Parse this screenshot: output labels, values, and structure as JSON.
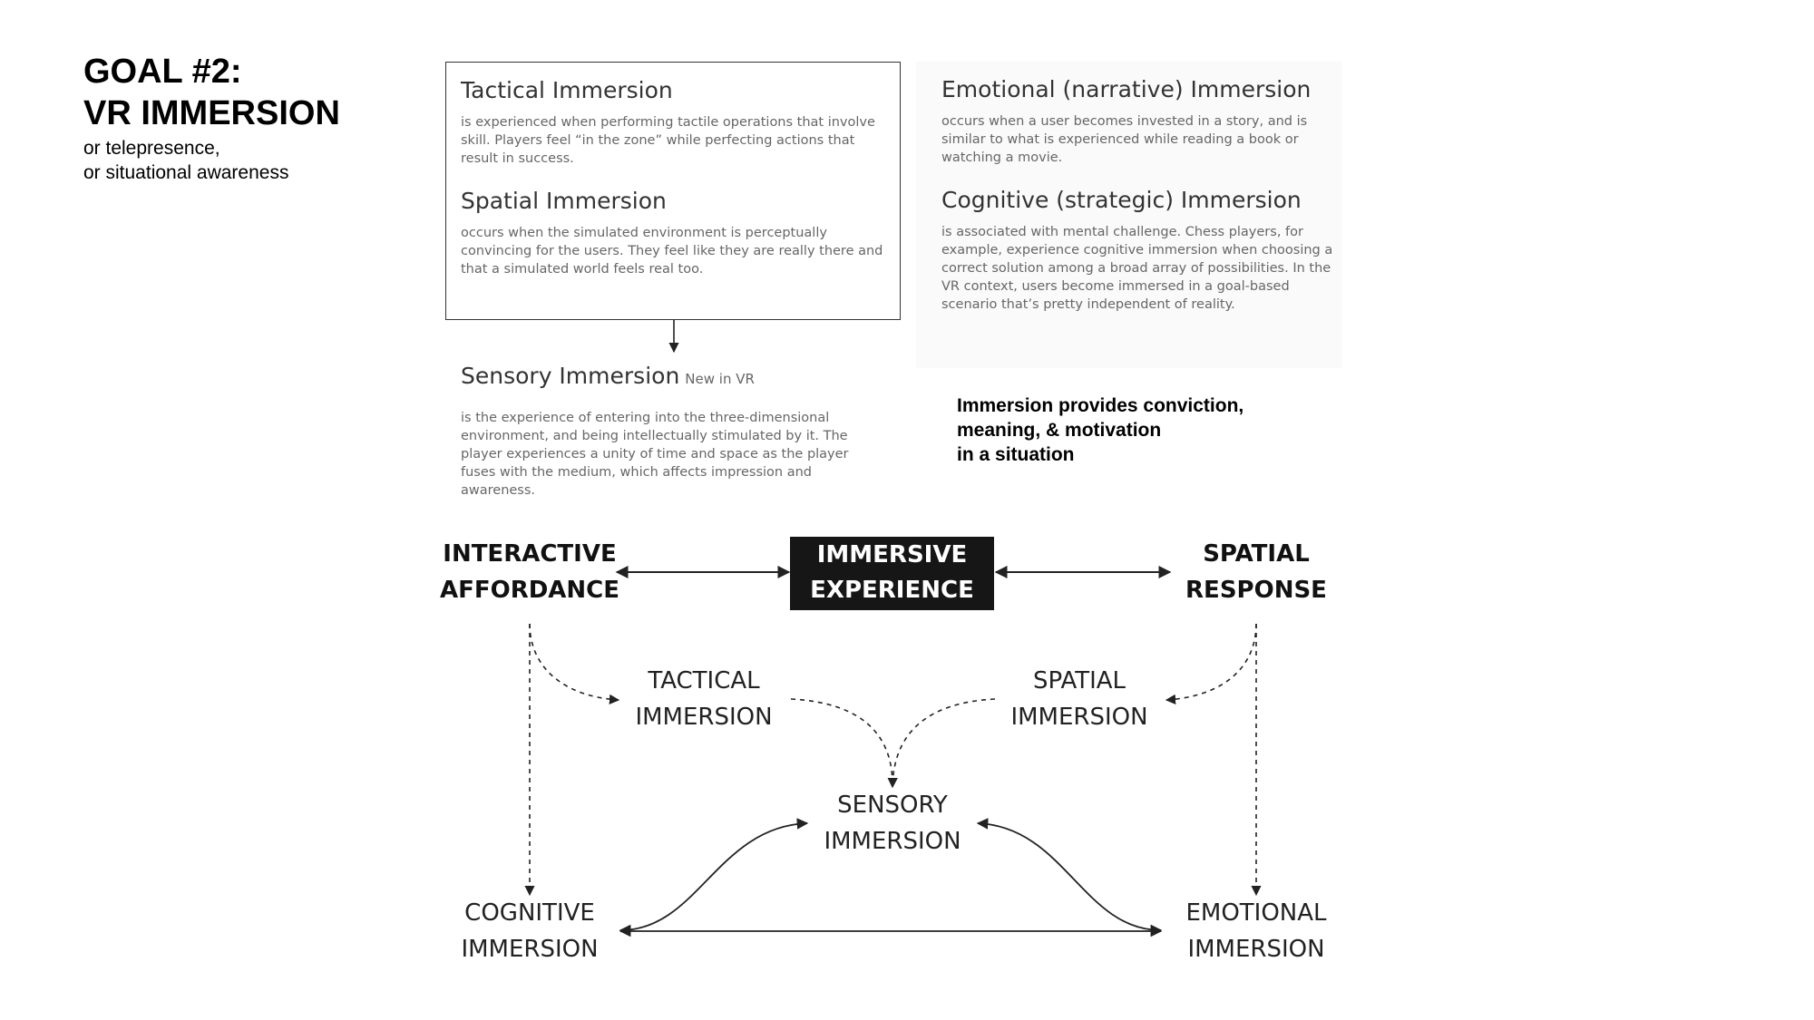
{
  "slide": {
    "title_line1": "GOAL #2:",
    "title_line2": "VR IMMERSION",
    "subtitle_line1": "or telepresence,",
    "subtitle_line2": "or situational awareness"
  },
  "definitions": {
    "tactical": {
      "heading": "Tactical Immersion",
      "body": "is experienced when performing tactile operations that involve skill. Players feel “in the zone” while perfecting actions that result in success."
    },
    "spatial": {
      "heading": "Spatial Immersion",
      "body": "occurs when the simulated environment is perceptually convincing for the users. They feel like they are really there and that a simulated world feels real too."
    },
    "emotional": {
      "heading": "Emotional (narrative) Immersion",
      "body": "occurs when a user becomes invested in a story, and is similar to what is experienced while reading a book or watching a movie."
    },
    "cognitive": {
      "heading": "Cognitive (strategic) Immersion",
      "body": "is associated with mental challenge. Chess players, for example, experience cognitive immersion when choosing a correct solution among a broad array of possibilities. In the VR context, users become immersed in a goal-based scenario that’s pretty independent of reality."
    },
    "sensory": {
      "heading": "Sensory Immersion",
      "badge": "New in VR",
      "body": "is the experience of entering into the three-dimensional environment, and being intellectually stimulated by it. The player experiences a unity of time and space as the player fuses with the medium, which affects impression and awareness."
    }
  },
  "quote": {
    "line1": "Immersion provides conviction,",
    "line2": "meaning, & motivation",
    "line3": "in a situation"
  },
  "diagram": {
    "nodes": {
      "interactive_affordance": [
        "INTERACTIVE",
        "AFFORDANCE"
      ],
      "immersive_experience": [
        "IMMERSIVE",
        "EXPERIENCE"
      ],
      "spatial_response": [
        "SPATIAL",
        "RESPONSE"
      ],
      "tactical_immersion": [
        "TACTICAL",
        "IMMERSION"
      ],
      "spatial_immersion": [
        "SPATIAL",
        "IMMERSION"
      ],
      "sensory_immersion": [
        "SENSORY",
        "IMMERSION"
      ],
      "cognitive_immersion": [
        "COGNITIVE",
        "IMMERSION"
      ],
      "emotional_immersion": [
        "EMOTIONAL",
        "IMMERSION"
      ]
    },
    "colors": {
      "dark_node": "#161616",
      "edge": "#222222"
    }
  }
}
